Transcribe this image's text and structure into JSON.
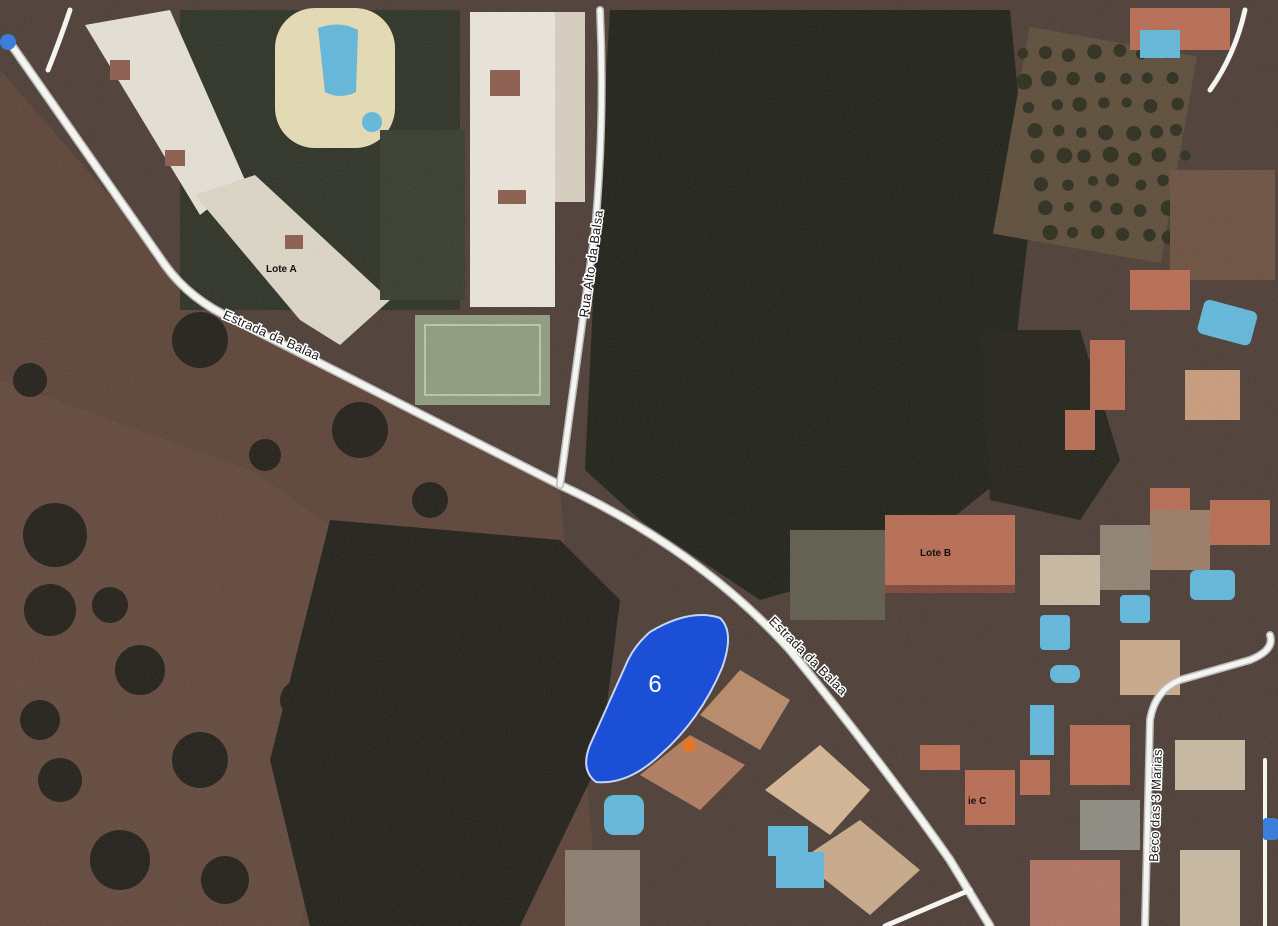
{
  "map": {
    "type": "aerial satellite map",
    "colors": {
      "terrain": "#4a3a32",
      "trees": "#1c1d14",
      "road": "#f4f4f0",
      "roof": "#b86a50",
      "pool": "#5fb7dc",
      "highlight": "#1a4fd6",
      "marker": "#e07828"
    },
    "road_labels": {
      "estrada_upper": "Estrada da Balaa",
      "rua_alto": "Rua Alto da Balsa",
      "estrada_lower": "Estrada da Balaa",
      "beco": "Beco das 3 Marias"
    },
    "lot_labels": {
      "lote_a": "Lote A",
      "lote_b": "Lote B",
      "lote_c": "ie C"
    },
    "highlighted_area": {
      "label": "6"
    }
  }
}
